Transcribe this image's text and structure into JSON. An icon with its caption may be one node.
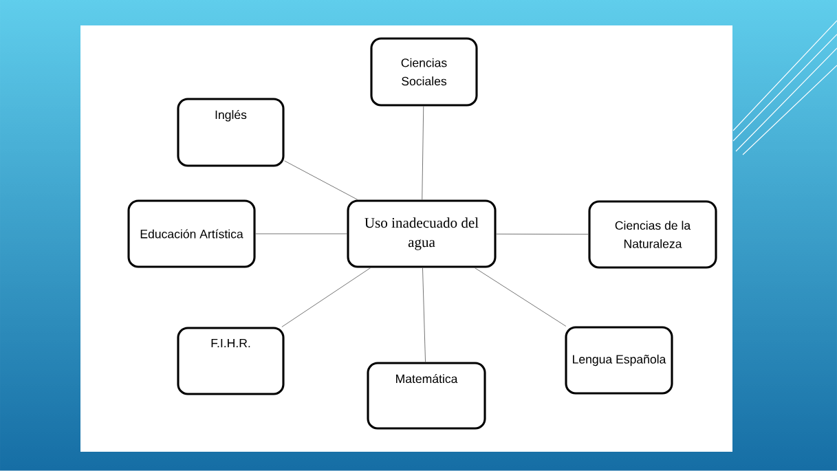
{
  "diagram": {
    "nodes": [
      {
        "text": [
          "Uso inadecuado del agua"
        ]
      },
      {
        "text": [
          "Ciencias Sociales"
        ]
      },
      {
        "text": [
          "Inglés"
        ]
      },
      {
        "text": [
          "Educación Artística"
        ]
      },
      {
        "text": [
          "Ciencias de la Naturaleza"
        ]
      },
      {
        "text": [
          "F.I.H.R."
        ]
      },
      {
        "text": [
          "Matemática"
        ]
      },
      {
        "text": [
          "Lengua Española"
        ]
      }
    ],
    "edges": [
      {
        "from": 0,
        "to": 1,
        "arrow": "none"
      },
      {
        "from": 0,
        "to": 2,
        "arrow": "none"
      },
      {
        "from": 0,
        "to": 3,
        "arrow": "none"
      },
      {
        "from": 0,
        "to": 4,
        "arrow": "none"
      },
      {
        "from": 0,
        "to": 5,
        "arrow": "none"
      },
      {
        "from": 0,
        "to": 6,
        "arrow": "none"
      },
      {
        "from": 0,
        "to": 7,
        "arrow": "none"
      }
    ]
  }
}
